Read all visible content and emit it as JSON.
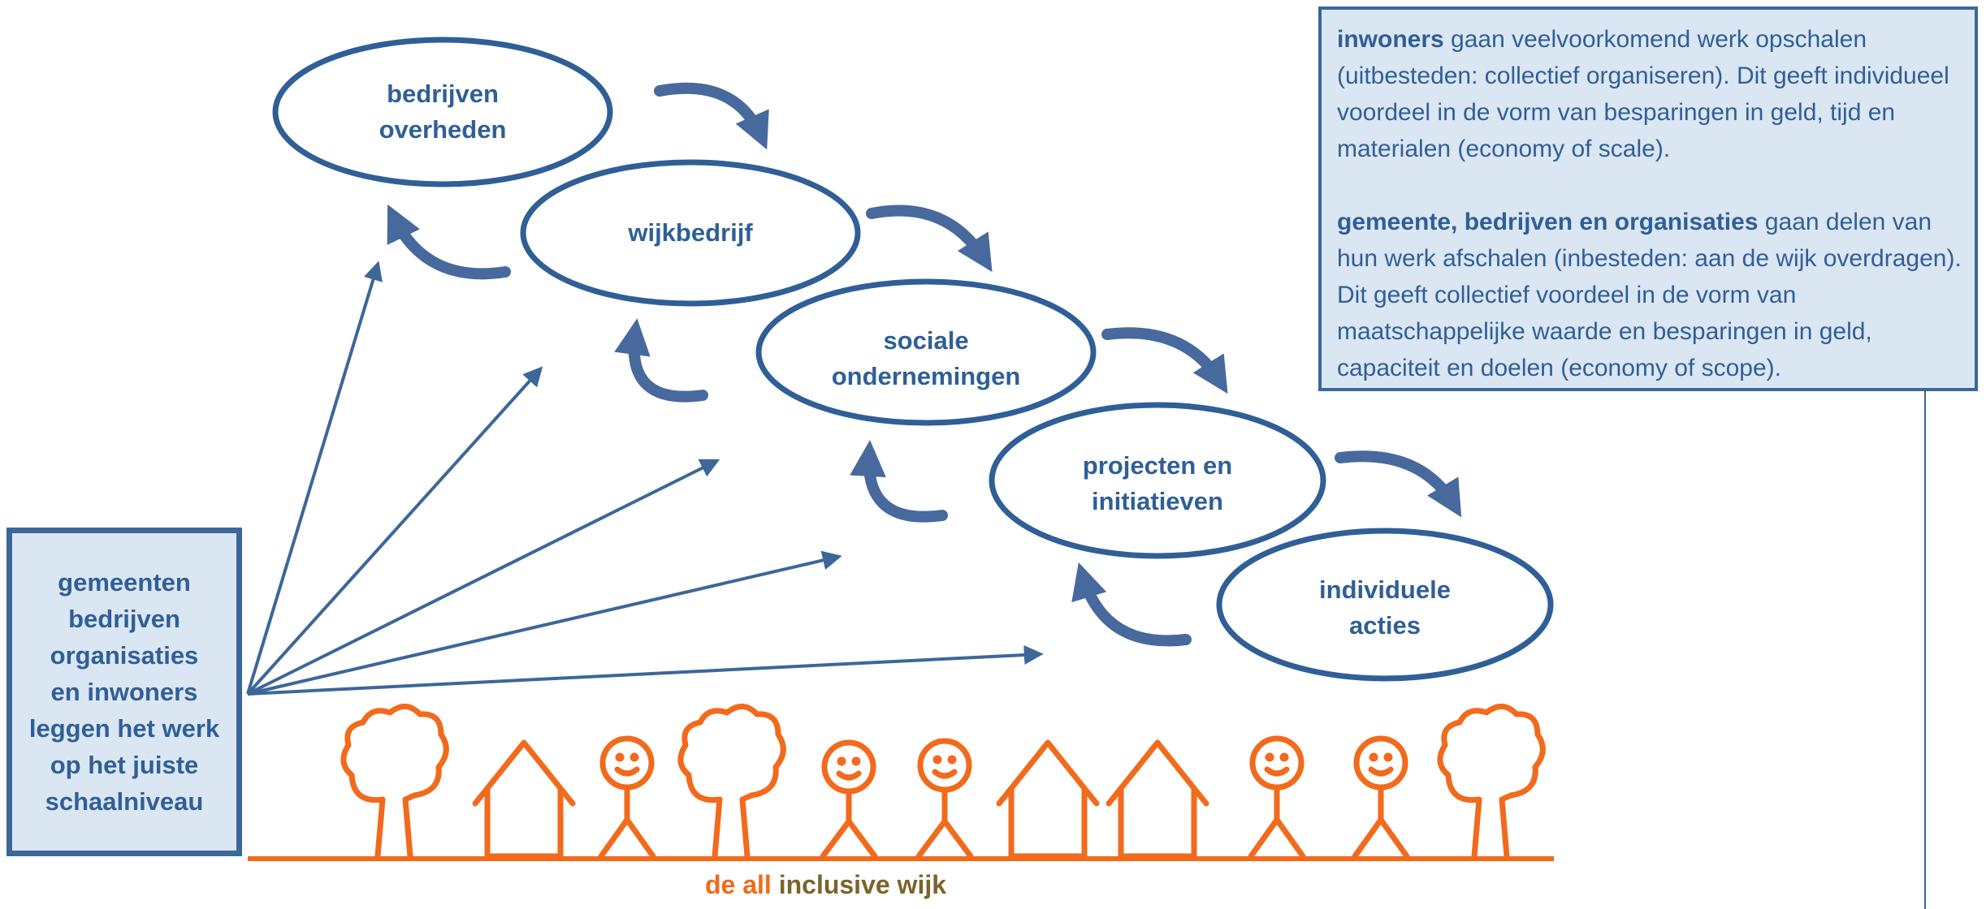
{
  "colors": {
    "blue": "#2f5f96",
    "box_fill": "#dbe6f3",
    "box_border": "#3c6798",
    "orange": "#f26a1b",
    "olive": "#7a6428"
  },
  "ellipses": [
    {
      "line1": "bedrijven",
      "line2": "overheden"
    },
    {
      "line1": "wijkbedrijf",
      "line2": ""
    },
    {
      "line1": "sociale",
      "line2": "ondernemingen"
    },
    {
      "line1": "projecten en",
      "line2": "initiatieven"
    },
    {
      "line1": "individuele",
      "line2": "acties"
    }
  ],
  "left_box": {
    "text": "gemeenten\nbedrijven\norganisaties\nen inwoners\nleggen het werk\nop het juiste\nschaalniveau"
  },
  "info_box": {
    "p1_bold": "inwoners",
    "p1_rest": " gaan veelvoorkomend werk opschalen (uitbesteden: collectief organiseren). Dit geeft individueel voordeel in de vorm van besparingen in geld, tijd en materialen (economy of scale).",
    "p2_bold": "gemeente, bedrijven en organisaties",
    "p2_rest": " gaan delen van hun werk afschalen (inbesteden: aan de wijk overdragen). Dit geeft collectief voordeel in de vorm van maatschappelijke waarde en besparingen in geld, capaciteit en doelen (economy of scope)."
  },
  "caption": {
    "part1": "de all",
    "part2": " inclusive wijk"
  },
  "ground_icons": [
    "tree",
    "house",
    "person",
    "tree",
    "person",
    "person",
    "house",
    "house",
    "person",
    "person",
    "tree"
  ]
}
